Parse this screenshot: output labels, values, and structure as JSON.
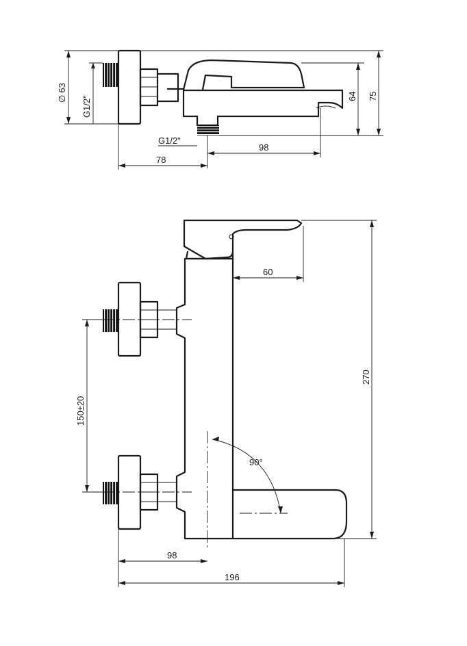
{
  "drawing": {
    "top_view": {
      "diameter_symbol": "∅",
      "diameter_value": "63",
      "inlet_thread": "G1/2\"",
      "outlet_thread": "G1/2\"",
      "height_1": "64",
      "height_2": "75",
      "spout_reach": "98",
      "wall_depth": "78"
    },
    "front_view": {
      "lever_reach": "60",
      "total_height": "270",
      "inlet_spacing": "150±20",
      "rotation_angle": "90°",
      "spout_offset": "98",
      "total_width": "196"
    }
  }
}
